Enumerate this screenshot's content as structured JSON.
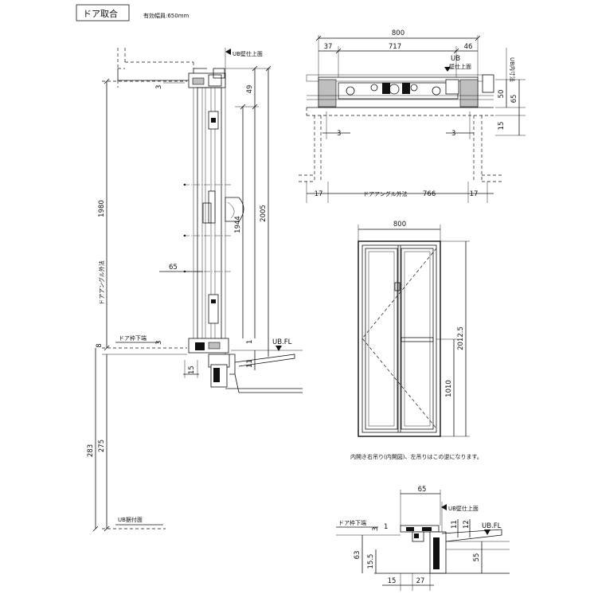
{
  "header": {
    "title": "ドア取合",
    "effective_width": "有効幅員:650mm"
  },
  "section_view": {
    "dim_1980": "1980",
    "label_door_angle_outer": "ドアアングル外法",
    "dim_283": "283",
    "dim_275": "275",
    "dim_8": "8",
    "dim_3_top": "3",
    "dim_49": "49",
    "dim_1944": "1944",
    "dim_2005": "2005",
    "dim_65": "65",
    "dim_3_bottom": "3",
    "dim_1": "1",
    "dim_11": "11",
    "dim_15": "15",
    "label_ub_wall_top": "UB壁仕上面",
    "label_frame_bottom": "ドア枠下端",
    "label_ubfl": "UB.FL",
    "label_ub_floor": "UB据付面"
  },
  "plan_view": {
    "dim_800": "800",
    "dim_37": "37",
    "dim_717": "717",
    "dim_46": "46",
    "label_ub": "UB",
    "label_wall_top": "壁仕上面",
    "label_ub_inner": "UB内寸法",
    "dim_50": "50",
    "dim_65": "65",
    "dim_15": "15",
    "dim_3_left": "3",
    "dim_3_right": "3",
    "dim_17_left": "17",
    "dim_17_right": "17",
    "label_angle": "ドアアングル外法",
    "dim_766": "766"
  },
  "elevation_view": {
    "dim_800": "800",
    "dim_2012_5": "2012.5",
    "dim_1010": "1010",
    "note": "内開き右吊り(内開図)、左吊りはこの逆になります。"
  },
  "detail_view": {
    "dim_65": "65",
    "label_ub_wall_top": "UB壁仕上面",
    "label_frame_bottom": "ドア枠下端",
    "dim_3": "3",
    "dim_1": "1",
    "dim_11": "11",
    "dim_12": "12",
    "label_ubfl": "UB.FL",
    "dim_63": "63",
    "dim_15_5": "15.5",
    "dim_55": "55",
    "dim_15": "15",
    "dim_27": "27"
  }
}
